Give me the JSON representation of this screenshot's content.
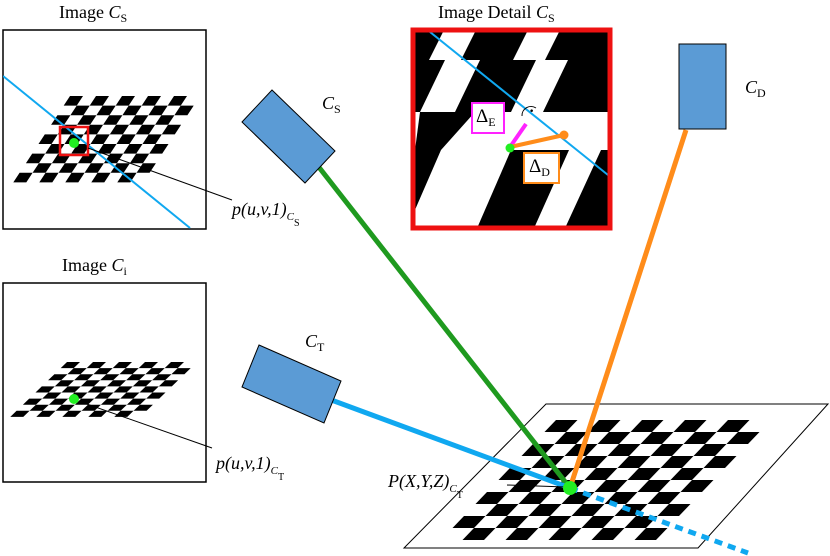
{
  "titles": {
    "image_cs": {
      "prefix": "Image ",
      "symbol": "C",
      "sub": "S"
    },
    "image_detail_cs": {
      "prefix": "Image Detail ",
      "symbol": "C",
      "sub": "S"
    },
    "image_ci": {
      "prefix": "Image ",
      "symbol": "C",
      "sub": "i"
    }
  },
  "cameras": {
    "cs": {
      "symbol": "C",
      "sub": "S"
    },
    "cd": {
      "symbol": "C",
      "sub": "D"
    },
    "ct": {
      "symbol": "C",
      "sub": "T"
    }
  },
  "points": {
    "p_cs": {
      "text": "p(u,v,1)",
      "sub": "C",
      "subsub": "S"
    },
    "p_ct": {
      "text": "p(u,v,1)",
      "sub": "C",
      "subsub": "T"
    },
    "P_world": {
      "text": "P(X,Y,Z)",
      "sub": "C",
      "subsub": "T"
    }
  },
  "detail_labels": {
    "delta_e": {
      "symbol": "Δ",
      "sub": "E"
    },
    "delta_d": {
      "symbol": "Δ",
      "sub": "D"
    },
    "perp_mark": "·"
  },
  "colors": {
    "camera_fill": "#5b9bd5",
    "green_ray": "#1f9a1f",
    "orange_ray": "#ff8c1a",
    "blue_ray": "#10a8f0",
    "red_box": "#ee1111",
    "magenta": "#ff22ff",
    "green_point": "#22ee22"
  }
}
